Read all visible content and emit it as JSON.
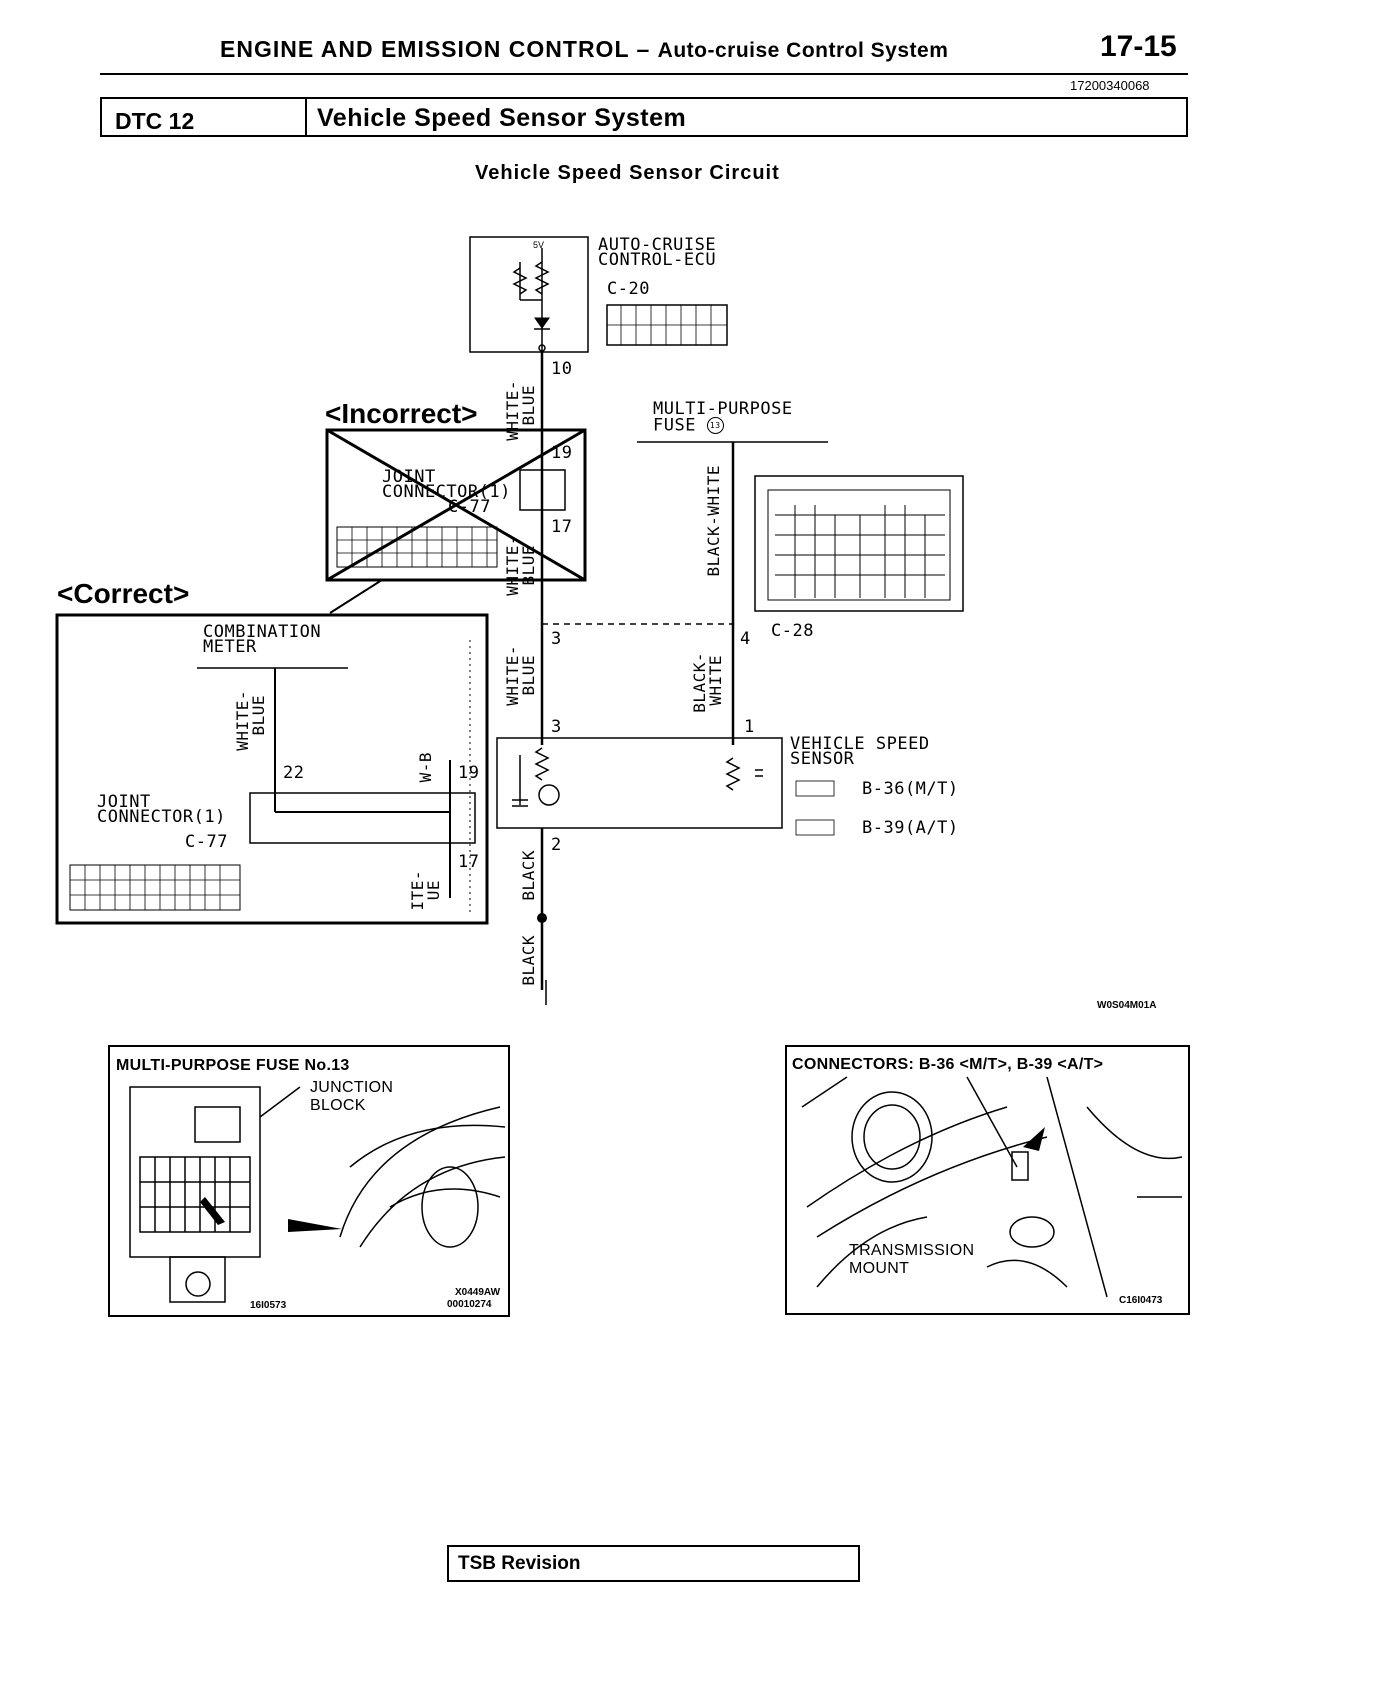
{
  "header": {
    "section": "ENGINE AND EMISSION CONTROL",
    "separator": "–",
    "subsection": "Auto-cruise Control System",
    "page": "17-15",
    "doc_id": "17200340068"
  },
  "dtc": {
    "code": "DTC 12",
    "title": "Vehicle Speed Sensor System"
  },
  "circuit": {
    "title": "Vehicle Speed Sensor Circuit",
    "ecu": {
      "name_line1": "AUTO-CRUISE",
      "name_line2": "CONTROL-ECU",
      "connector": "C-20",
      "voltage": "5V"
    },
    "fuse": {
      "line1": "MULTI-PURPOSE",
      "line2": "FUSE",
      "number": "13"
    },
    "incorrect_tag": "<Incorrect>",
    "correct_tag": "<Correct>",
    "joint_connector": {
      "line1": "JOINT",
      "line2": "CONNECTOR(1)",
      "connector": "C-77"
    },
    "combination_meter": {
      "line1": "COMBINATION",
      "line2": "METER"
    },
    "vss": {
      "line1": "VEHICLE SPEED",
      "line2": "SENSOR",
      "mt": "B-36(M/T)",
      "at": "B-39(A/T)"
    },
    "c28": "C-28",
    "wires": {
      "white_blue_line1": "WHITE-",
      "white_blue_line2": "BLUE",
      "black_white": "BLACK-WHITE",
      "black_white_line1": "BLACK-",
      "black_white_line2": "WHITE",
      "black": "BLACK",
      "wb": "W-B",
      "ite": "ITE-",
      "ue": "UE"
    },
    "pins": {
      "p10": "10",
      "p19": "19",
      "p17": "17",
      "p3": "3",
      "p4": "4",
      "p1": "1",
      "p2": "2",
      "p22": "22"
    },
    "figure_code": "W0S04M01A"
  },
  "photo_left": {
    "title": "MULTI-PURPOSE FUSE No.13",
    "junction_line1": "JUNCTION",
    "junction_line2": "BLOCK",
    "code1": "16I0573",
    "code2": "X0449AW",
    "code3": "00010274"
  },
  "photo_right": {
    "title": "CONNECTORS: B-36 <M/T>, B-39 <A/T>",
    "mount_line1": "TRANSMISSION",
    "mount_line2": "MOUNT",
    "code": "C16I0473"
  },
  "footer": {
    "tsb": "TSB Revision"
  }
}
